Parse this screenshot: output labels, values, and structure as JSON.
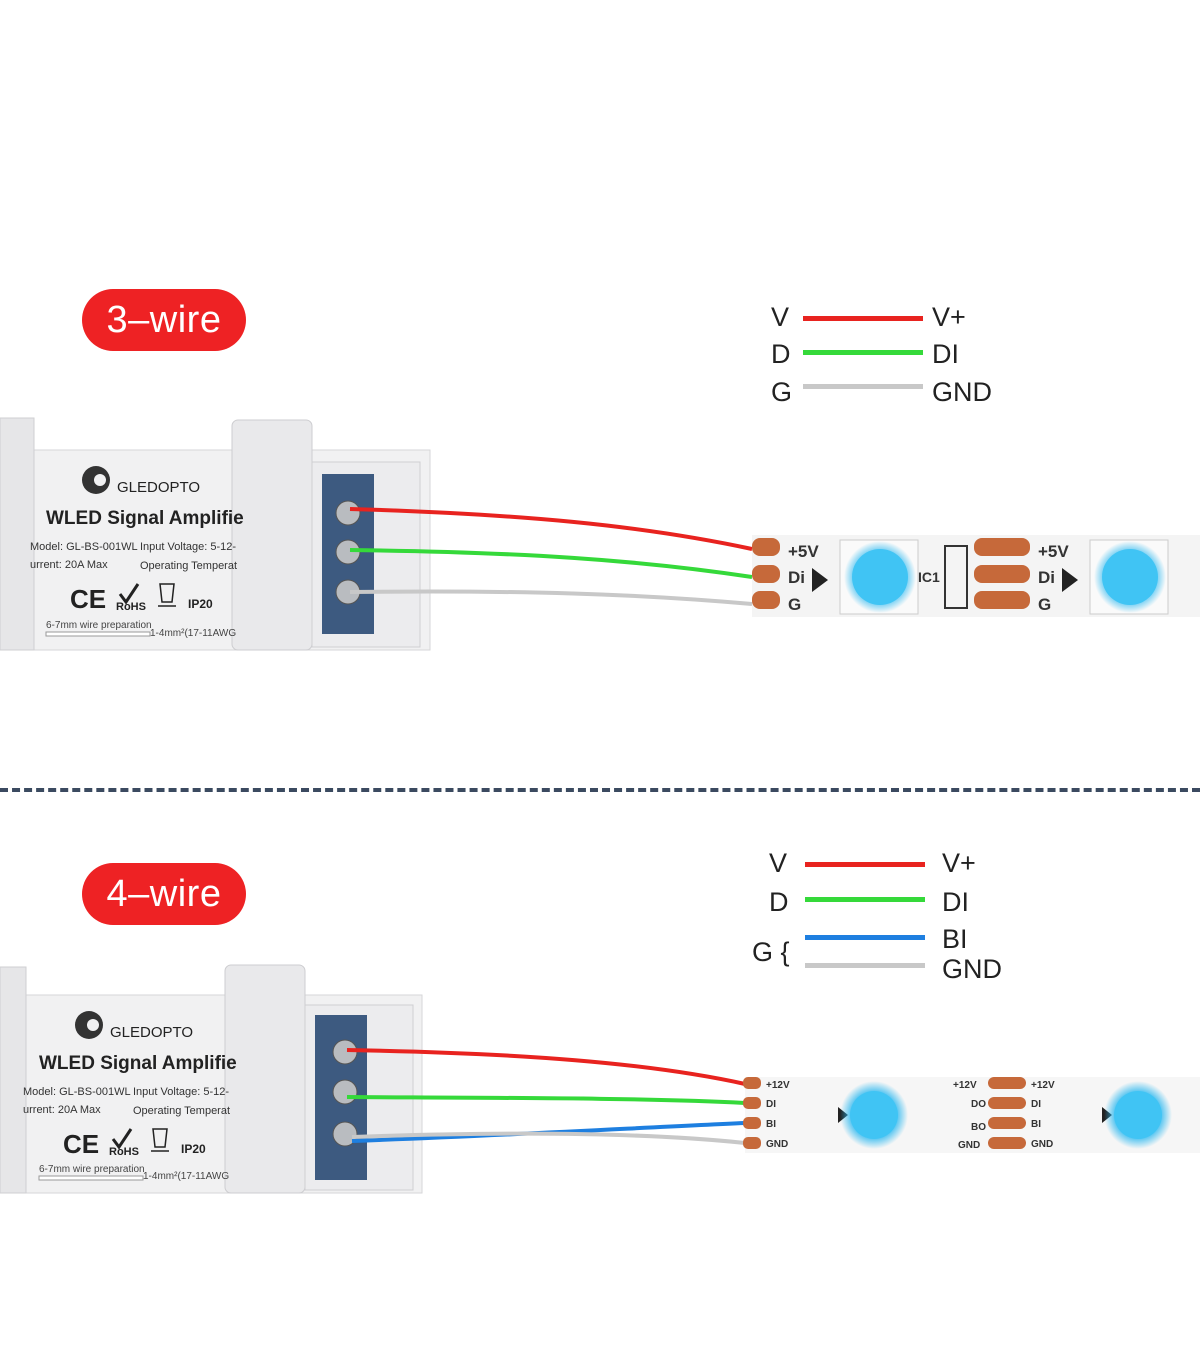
{
  "sections": [
    {
      "title": "3–wire",
      "legend": [
        {
          "left": "V",
          "right": "V+",
          "color": "#e8231f"
        },
        {
          "left": "D",
          "right": "DI",
          "color": "#35d93a"
        },
        {
          "left": "G",
          "right": "GND",
          "color": "#c8c8c8"
        }
      ],
      "device": {
        "brand": "GLEDOPTO",
        "title": "WLED Signal Amplifie",
        "model": "Model: GL-BS-001WL",
        "voltage": "Input Voltage: 5-12-",
        "current": "urrent: 20A Max",
        "temp": "Operating Temperat",
        "ip": "IP20",
        "rohs": "RoHS",
        "ce": "CE",
        "prep": "6-7mm wire preparation",
        "awg": "1-4mm²(17-11AWG"
      },
      "strip": {
        "pads": [
          "+5V",
          "Di",
          "G"
        ],
        "ic": "IC1"
      }
    },
    {
      "title": "4–wire",
      "legend": [
        {
          "left": "V",
          "right": "V+",
          "color": "#e8231f"
        },
        {
          "left": "D",
          "right": "DI",
          "color": "#35d93a"
        },
        {
          "left": "G {",
          "right": "BI",
          "color": "#1e7fe0"
        },
        {
          "left": "",
          "right": "GND",
          "color": "#c8c8c8"
        }
      ],
      "device": {
        "brand": "GLEDOPTO",
        "title": "WLED Signal Amplifie",
        "model": "Model: GL-BS-001WL",
        "voltage": "Input Voltage: 5-12-",
        "current": "urrent: 20A Max",
        "temp": "Operating Temperat",
        "ip": "IP20",
        "rohs": "RoHS",
        "ce": "CE",
        "prep": "6-7mm wire preparation",
        "awg": "1-4mm²(17-11AWG"
      },
      "strip": {
        "pads_in": [
          "+12V",
          "DI",
          "BI",
          "GND"
        ],
        "pads_out": [
          "+12V",
          "DO",
          "BO",
          "GND"
        ]
      }
    }
  ]
}
